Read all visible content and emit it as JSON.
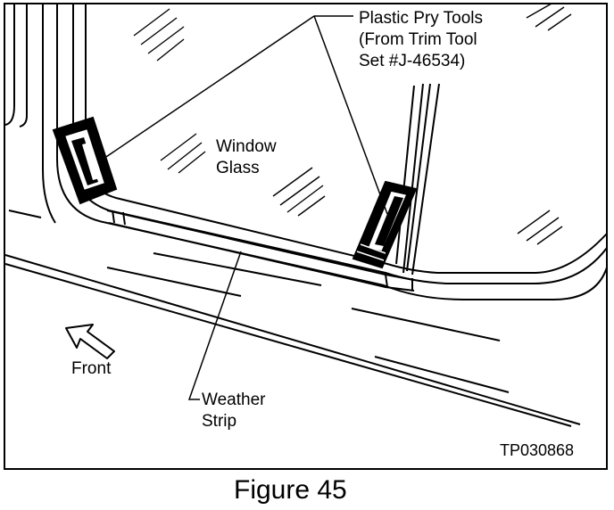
{
  "labels": {
    "pry_tools_line1": "Plastic Pry Tools",
    "pry_tools_line2": "(From Trim Tool",
    "pry_tools_line3": "Set #J-46534)",
    "window_glass_line1": "Window",
    "window_glass_line2": "Glass",
    "front": "Front",
    "weather_strip_line1": "Weather",
    "weather_strip_line2": "Strip"
  },
  "image_code": "TP030868",
  "caption": "Figure 45"
}
